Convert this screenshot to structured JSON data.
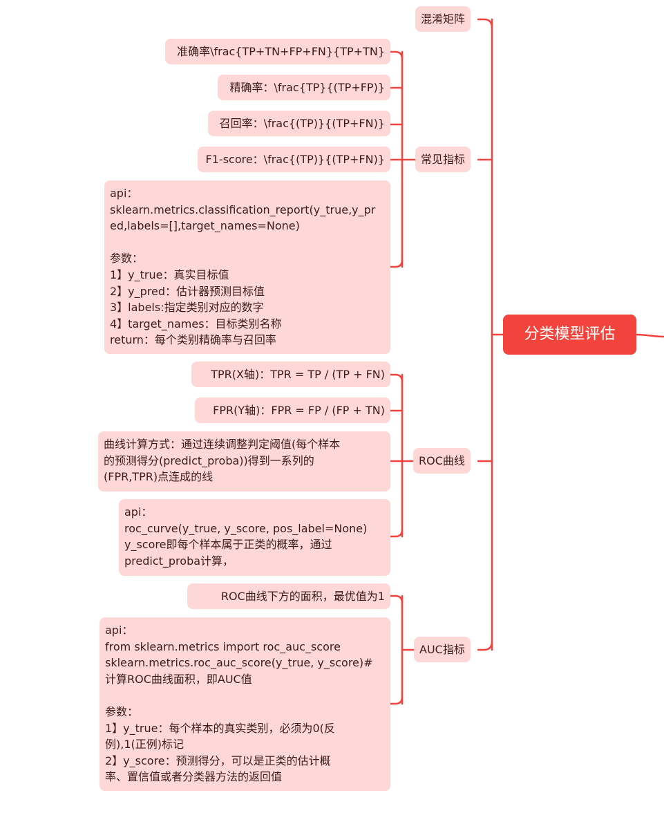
{
  "root": "分类模型评估",
  "branches": {
    "confusion": {
      "label": "混淆矩阵"
    },
    "metrics": {
      "label": "常见指标",
      "items": [
        "准确率\\frac{TP+TN+FP+FN}{TP+TN}",
        "精确率：\\frac{TP}{(TP+FP)}",
        "召回率：\\frac{(TP)}{(TP+FN)}",
        "F1-score：\\frac{(TP)}{(TP+FN)}"
      ],
      "api_lines": [
        "api：",
        "sklearn.metrics.classification_report(y_true,y_pr",
        "ed,labels=[],target_names=None)",
        "",
        "参数：",
        "1】y_true：真实目标值",
        "2】y_pred：估计器预测目标值",
        "3】labels:指定类别对应的数字",
        "4】target_names：目标类别名称",
        "return：每个类别精确率与召回率"
      ]
    },
    "roc": {
      "label": "ROC曲线",
      "items": [
        "TPR(X轴)：TPR = TP / (TP + FN)",
        "FPR(Y轴)：FPR = FP / (FP + TN)"
      ],
      "calc_lines": [
        "曲线计算方式：通过连续调整判定阈值(每个样本",
        "的预测得分(predict_proba))得到一系列的",
        "(FPR,TPR)点连成的线"
      ],
      "api_lines": [
        "api：",
        "roc_curve(y_true, y_score, pos_label=None)",
        "y_score即每个样本属于正类的概率，通过",
        "predict_proba计算，"
      ]
    },
    "auc": {
      "label": "AUC指标",
      "items": [
        "ROC曲线下方的面积，最优值为1"
      ],
      "api_lines": [
        "api：",
        "from sklearn.metrics import roc_auc_score",
        "sklearn.metrics.roc_auc_score(y_true, y_score)#",
        "计算ROC曲线面积，即AUC值",
        "",
        "参数：",
        "1】y_true：每个样本的真实类别，必须为0(反",
        "例),1(正例)标记",
        "2】y_score：预测得分，可以是正类的估计概",
        "率、置信值或者分类器方法的返回值"
      ]
    }
  },
  "colors": {
    "line": "#f2433d",
    "node_bg": "#fdd8d6",
    "root_bg": "#f2433d",
    "root_text": "#ffffff"
  }
}
